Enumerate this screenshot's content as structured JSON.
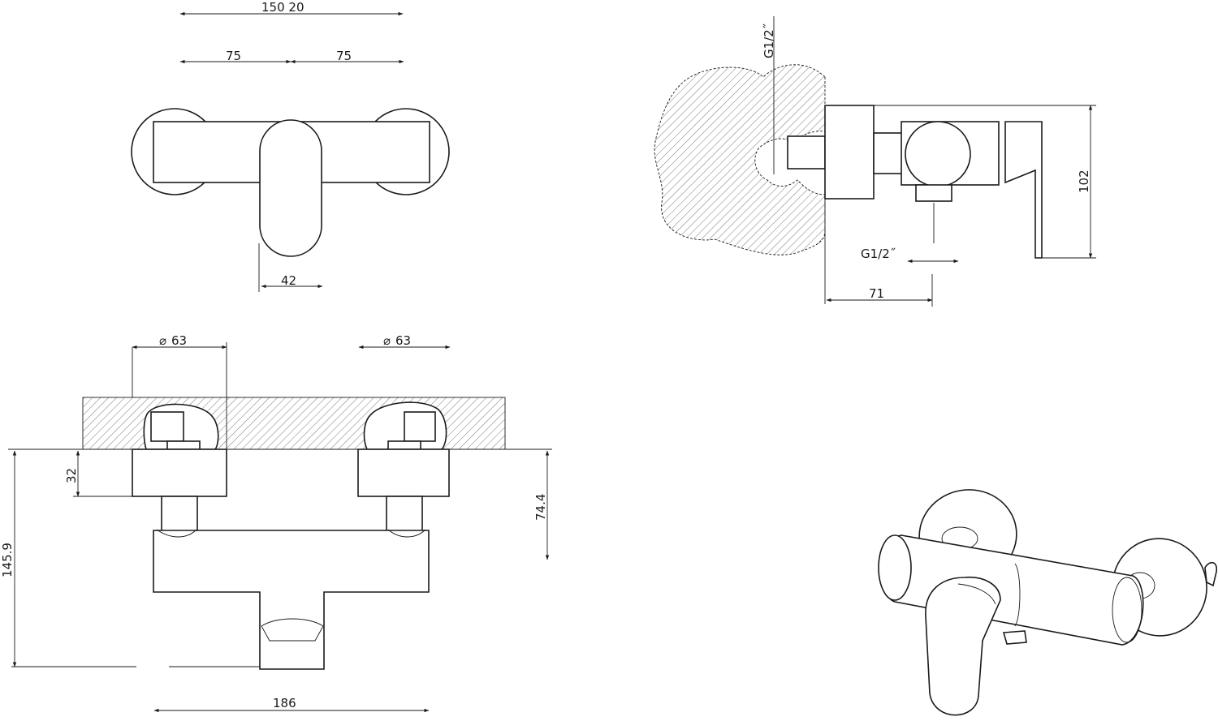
{
  "drawing": {
    "top_view": {
      "dims": {
        "overall": "150 20",
        "left_half": "75",
        "right_half": "75",
        "handle_width": "42"
      }
    },
    "side_view": {
      "dims": {
        "inlet_thread": "G1/2˝",
        "outlet_thread": "G1/2˝",
        "height": "102",
        "projection": "71"
      }
    },
    "front_view": {
      "dims": {
        "left_cover_dia": "63",
        "right_cover_dia": "63",
        "diameter_symbol": "⌀",
        "escutcheon_depth": "32",
        "outlet_height": "145.9",
        "body_height": "74.4",
        "overall_width": "186"
      }
    }
  }
}
